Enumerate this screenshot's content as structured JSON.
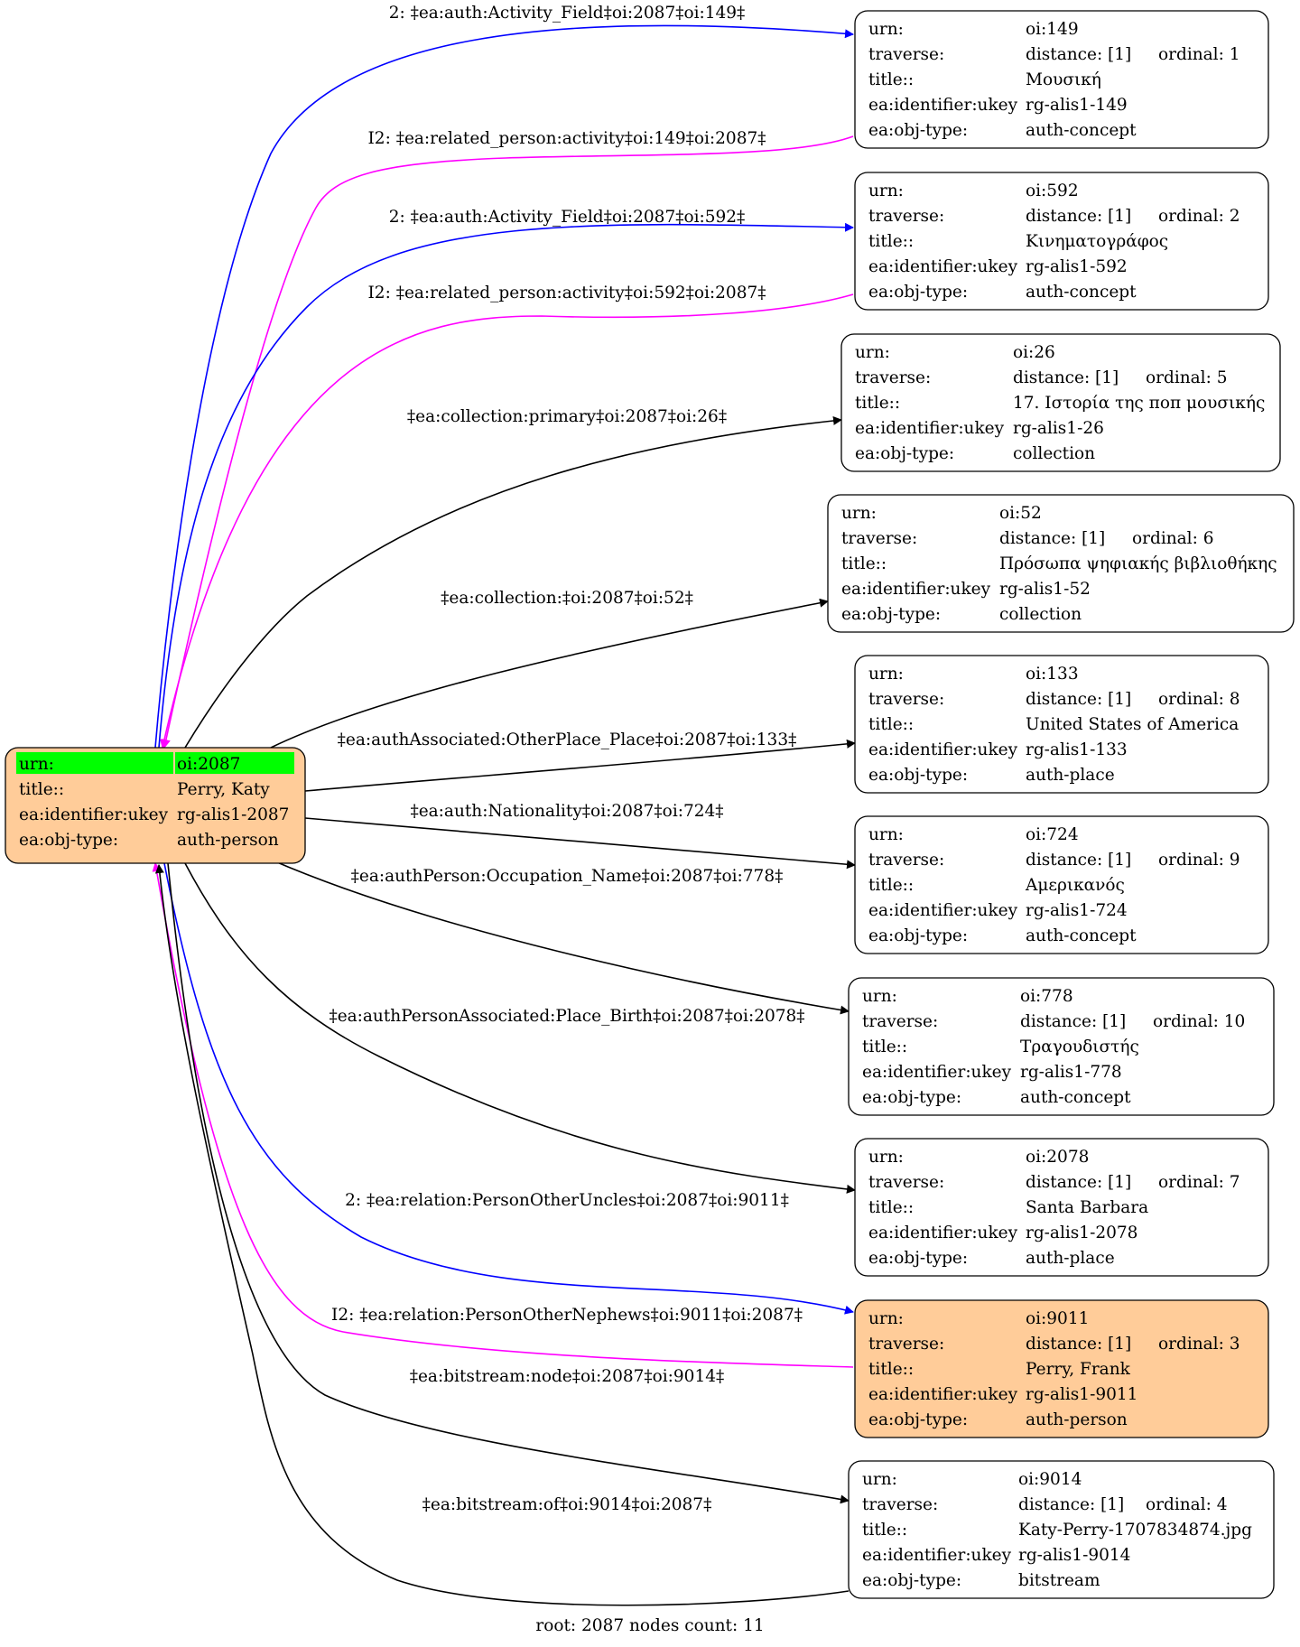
{
  "colors": {
    "black": "#000000",
    "blue": "#0000ff",
    "magenta": "#ff00ff",
    "root_fill": "#ffcc99",
    "highlight": "#00ff00",
    "node_fill": "#ffffff"
  },
  "root": {
    "urn_label": "urn:",
    "urn": "oi:2087",
    "title_label": "title::",
    "title": "Perry, Katy",
    "ukey_label": "ea:identifier:ukey",
    "ukey": "rg-alis1-2087",
    "type_label": "ea:obj-type:",
    "type": "auth-person"
  },
  "nodes": [
    {
      "urn": "oi:149",
      "distance": "distance: [1]",
      "ordinal": "ordinal: 1",
      "title": "Μουσική",
      "ukey": "rg-alis1-149",
      "type": "auth-concept",
      "highlight": false
    },
    {
      "urn": "oi:592",
      "distance": "distance: [1]",
      "ordinal": "ordinal: 2",
      "title": "Κινηματογράφος",
      "ukey": "rg-alis1-592",
      "type": "auth-concept",
      "highlight": false
    },
    {
      "urn": "oi:26",
      "distance": "distance: [1]",
      "ordinal": "ordinal: 5",
      "title": "17. Ιστορία της ποπ μουσικής",
      "ukey": "rg-alis1-26",
      "type": "collection",
      "highlight": false
    },
    {
      "urn": "oi:52",
      "distance": "distance: [1]",
      "ordinal": "ordinal: 6",
      "title": "Πρόσωπα ψηφιακής βιβλιοθήκης",
      "ukey": "rg-alis1-52",
      "type": "collection",
      "highlight": false
    },
    {
      "urn": "oi:133",
      "distance": "distance: [1]",
      "ordinal": "ordinal: 8",
      "title": "United States of America",
      "ukey": "rg-alis1-133",
      "type": "auth-place",
      "highlight": false
    },
    {
      "urn": "oi:724",
      "distance": "distance: [1]",
      "ordinal": "ordinal: 9",
      "title": "Αμερικανός",
      "ukey": "rg-alis1-724",
      "type": "auth-concept",
      "highlight": false
    },
    {
      "urn": "oi:778",
      "distance": "distance: [1]",
      "ordinal": "ordinal: 10",
      "title": "Τραγουδιστής",
      "ukey": "rg-alis1-778",
      "type": "auth-concept",
      "highlight": false
    },
    {
      "urn": "oi:2078",
      "distance": "distance: [1]",
      "ordinal": "ordinal: 7",
      "title": "Santa Barbara",
      "ukey": "rg-alis1-2078",
      "type": "auth-place",
      "highlight": false
    },
    {
      "urn": "oi:9011",
      "distance": "distance: [1]",
      "ordinal": "ordinal: 3",
      "title": "Perry, Frank",
      "ukey": "rg-alis1-9011",
      "type": "auth-person",
      "highlight": true
    },
    {
      "urn": "oi:9014",
      "distance": "distance: [1]",
      "ordinal": "ordinal: 4",
      "title": "Katy-Perry-1707834874.jpg",
      "ukey": "rg-alis1-9014",
      "type": "bitstream",
      "highlight": false
    }
  ],
  "field_labels": {
    "urn": "urn:",
    "traverse": "traverse:",
    "title": "title::",
    "ukey": "ea:identifier:ukey",
    "type": "ea:obj-type:"
  },
  "edges": [
    {
      "label": "2: ‡ea:auth:Activity_Field‡oi:2087‡oi:149‡",
      "color": "blue"
    },
    {
      "label": "I2: ‡ea:related_person:activity‡oi:149‡oi:2087‡",
      "color": "magenta"
    },
    {
      "label": "2: ‡ea:auth:Activity_Field‡oi:2087‡oi:592‡",
      "color": "blue"
    },
    {
      "label": "I2: ‡ea:related_person:activity‡oi:592‡oi:2087‡",
      "color": "magenta"
    },
    {
      "label": "‡ea:collection:primary‡oi:2087‡oi:26‡",
      "color": "black"
    },
    {
      "label": "‡ea:collection:‡oi:2087‡oi:52‡",
      "color": "black"
    },
    {
      "label": "‡ea:authAssociated:OtherPlace_Place‡oi:2087‡oi:133‡",
      "color": "black"
    },
    {
      "label": "‡ea:auth:Nationality‡oi:2087‡oi:724‡",
      "color": "black"
    },
    {
      "label": "‡ea:authPerson:Occupation_Name‡oi:2087‡oi:778‡",
      "color": "black"
    },
    {
      "label": "‡ea:authPersonAssociated:Place_Birth‡oi:2087‡oi:2078‡",
      "color": "black"
    },
    {
      "label": "2: ‡ea:relation:PersonOtherUncles‡oi:2087‡oi:9011‡",
      "color": "blue"
    },
    {
      "label": "I2: ‡ea:relation:PersonOtherNephews‡oi:9011‡oi:2087‡",
      "color": "magenta"
    },
    {
      "label": "‡ea:bitstream:node‡oi:2087‡oi:9014‡",
      "color": "black"
    },
    {
      "label": "‡ea:bitstream:of‡oi:9014‡oi:2087‡",
      "color": "black"
    }
  ],
  "footer": "root: 2087 nodes count: 11"
}
